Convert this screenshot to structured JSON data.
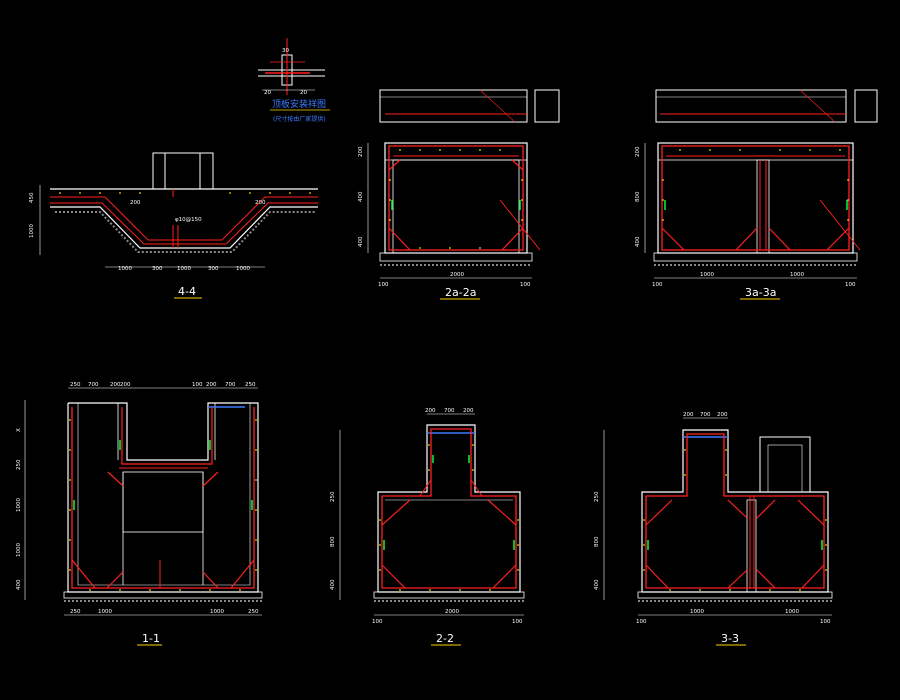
{
  "colors": {
    "background": "#000000",
    "outline": "#ffffff",
    "rebar": "#ff2020",
    "rebar_dots": "#ffd000",
    "cross_bars": "#00ff40",
    "title_blue": "#3a7bff",
    "title_underline": "#ffd000"
  },
  "sections": {
    "s44": {
      "title": "4-4",
      "dims": [
        "1000",
        "300",
        "1000",
        "300",
        "1000"
      ],
      "labels": [
        "200",
        "200",
        "φ10@150"
      ]
    },
    "s22a": {
      "title": "2a-2a"
    },
    "s33a": {
      "title": "3a-3a"
    },
    "s11": {
      "title": "1-1",
      "dims": [
        "250",
        "1000",
        "1000",
        "250"
      ],
      "top_dims": [
        "250",
        "700",
        "200",
        "200",
        "100",
        "200",
        "700",
        "250"
      ]
    },
    "s22": {
      "title": "2-2",
      "top_dims": [
        "200",
        "700",
        "200"
      ]
    },
    "s33": {
      "title": "3-3"
    }
  },
  "detail": {
    "title": "顶板安装祥图",
    "subtitle": "(尺寸按由厂家提供)"
  }
}
